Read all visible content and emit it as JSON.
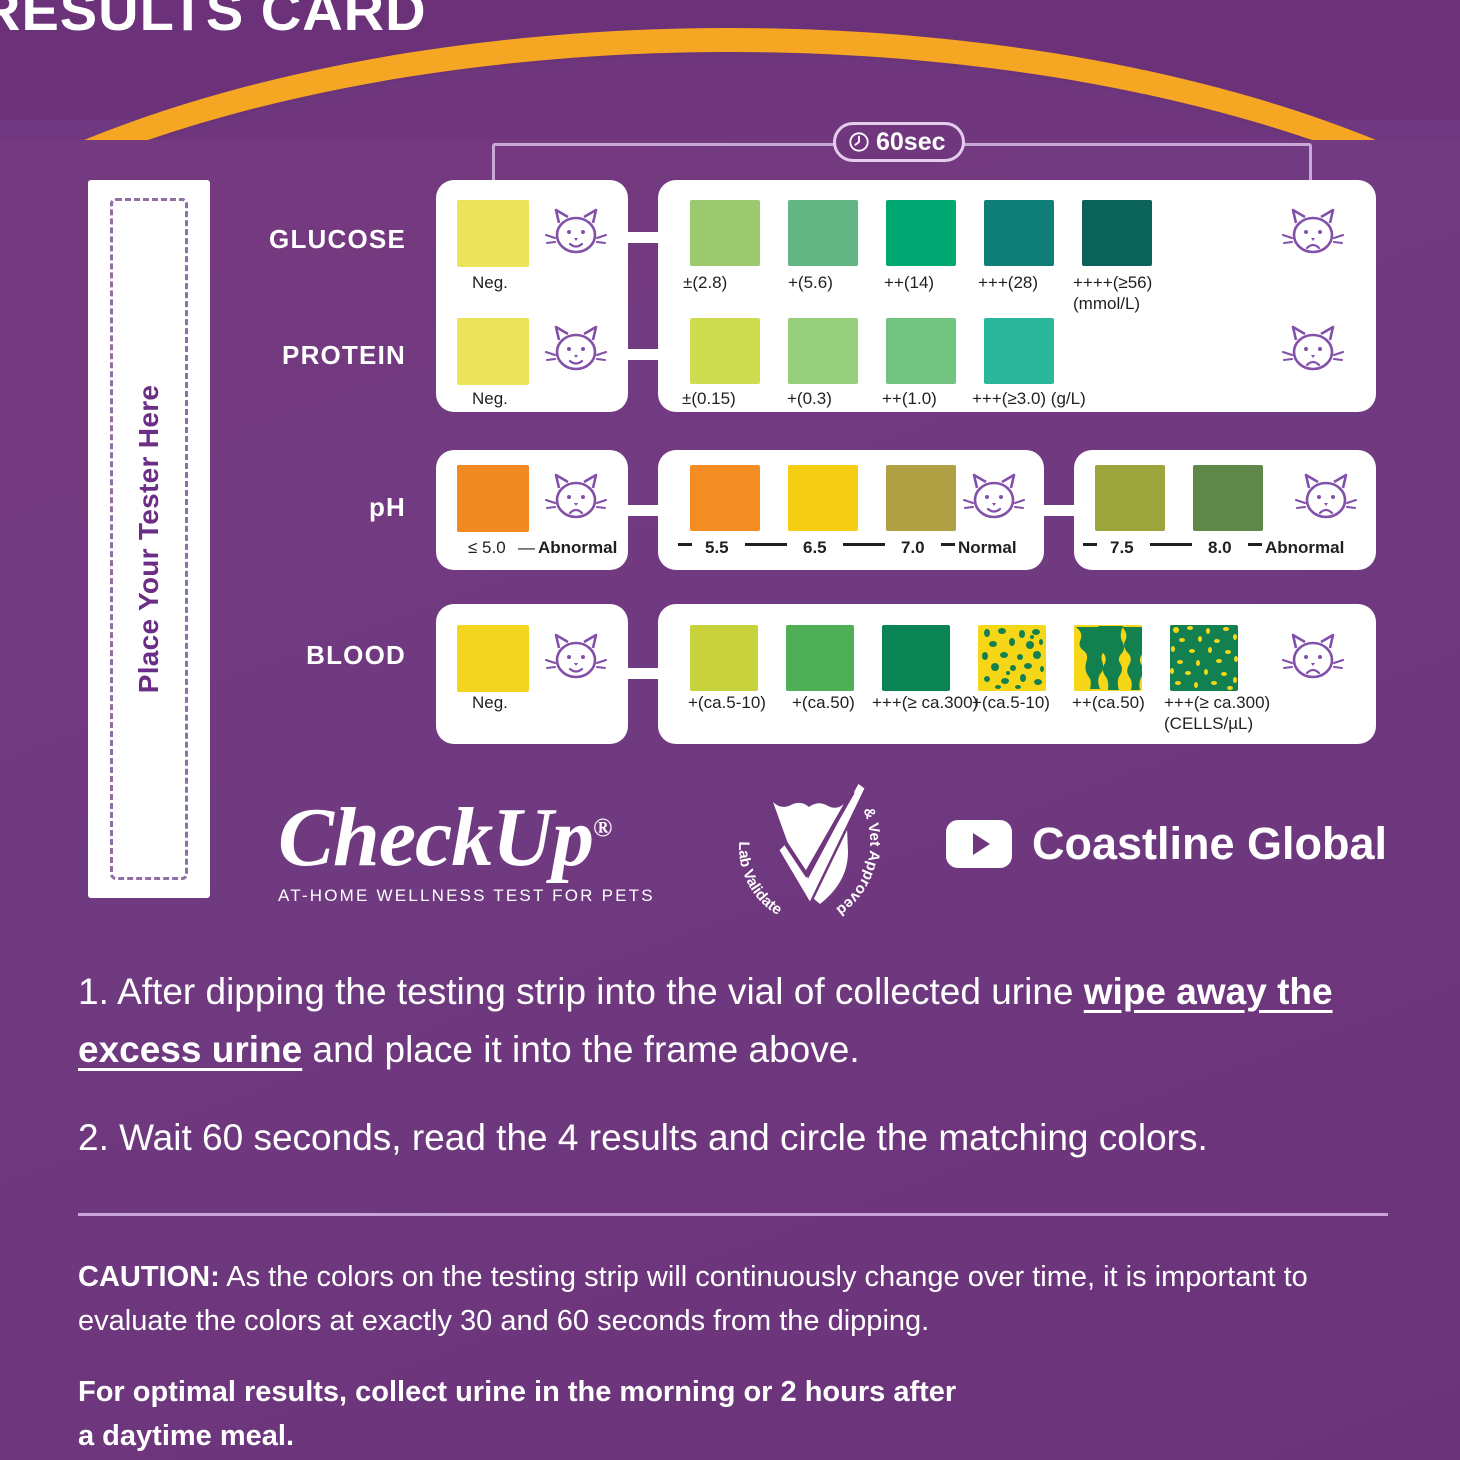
{
  "header": {
    "title": "RESULTS CARD",
    "accent_orange": "#f5a623",
    "background_purple": "#70377f"
  },
  "tester_slot": {
    "label": "Place Your Tester Here"
  },
  "timing": {
    "badge_label": "60sec",
    "icon": "stopwatch-icon"
  },
  "rows": [
    {
      "name": "GLUCOSE",
      "negative": {
        "label": "Neg.",
        "color": "#ece35a",
        "face": "happy-cat-icon"
      },
      "positive_face": "sad-cat-icon",
      "swatches": [
        {
          "label": "±(2.8)",
          "color": "#9bc96e"
        },
        {
          "label": "+(5.6)",
          "color": "#63b583"
        },
        {
          "label": "++(14)",
          "color": "#00a771"
        },
        {
          "label": "+++(28)",
          "color": "#0f7d78"
        },
        {
          "label": "++++(≥56)",
          "label2": "(mmol/L)",
          "color": "#0a6259"
        }
      ]
    },
    {
      "name": "PROTEIN",
      "negative": {
        "label": "Neg.",
        "color": "#ece35a",
        "face": "happy-cat-icon"
      },
      "positive_face": "sad-cat-icon",
      "swatches": [
        {
          "label": "±(0.15)",
          "color": "#cedd50"
        },
        {
          "label": "+(0.3)",
          "color": "#97ce7c"
        },
        {
          "label": "++(1.0)",
          "color": "#71c47f"
        },
        {
          "label": "+++(≥3.0) (g/L)",
          "color": "#2bb79c"
        }
      ]
    },
    {
      "name": "pH",
      "left_group": {
        "swatch_color": "#f08a22",
        "label": "≤ 5.0",
        "dash": "—",
        "status": "Abnormal",
        "face": "sad-cat-icon"
      },
      "mid_group": {
        "swatches": [
          {
            "label": "5.5",
            "color": "#f38c22"
          },
          {
            "label": "6.5",
            "color": "#f5ce14"
          },
          {
            "label": "7.0",
            "color": "#aea043"
          }
        ],
        "status": "Normal",
        "face": "happy-cat-icon"
      },
      "right_group": {
        "swatches": [
          {
            "label": "7.5",
            "color": "#9ba53c"
          },
          {
            "label": "8.0",
            "color": "#5e8749"
          }
        ],
        "status": "Abnormal",
        "face": "sad-cat-icon"
      }
    },
    {
      "name": "BLOOD",
      "negative": {
        "label": "Neg.",
        "color": "#f3d421",
        "face": "happy-cat-icon"
      },
      "positive_face": "sad-cat-icon",
      "swatches": [
        {
          "label": "+(ca.5-10)",
          "color": "#c8d23c",
          "pattern": "solid"
        },
        {
          "label": "+(ca.50)",
          "color": "#4faf56",
          "pattern": "solid"
        },
        {
          "label": "+++(≥ ca.300)",
          "color": "#0b8455",
          "pattern": "solid"
        },
        {
          "label": "+(ca.5-10)",
          "color": "#f5d718",
          "pattern": "speckle-light",
          "speck_color": "#12814f"
        },
        {
          "label": "++(ca.50)",
          "color": "#f5d718",
          "pattern": "speckle-medium",
          "speck_color": "#12814f"
        },
        {
          "label": "+++(≥ ca.300)",
          "label2": "(CELLS/µL)",
          "color": "#f5d718",
          "pattern": "speckle-heavy",
          "speck_color": "#12814f"
        }
      ]
    }
  ],
  "brand": {
    "checkup_name": "CheckUp",
    "registered_mark": "®",
    "tagline": "AT-HOME WELLNESS TEST FOR PETS",
    "badge_text_left": "Lab Validated",
    "badge_text_right": "& Vet Approved",
    "badge_icon": "checkmark-shield-icon",
    "youtube_icon": "youtube-icon",
    "youtube_label": "Coastline Global"
  },
  "instructions": {
    "step1_part1": "1. After dipping the testing strip into the vial of collected urine ",
    "step1_highlight": "wipe away the excess urine",
    "step1_part2": " and place it into the frame above.",
    "step2": "2. Wait 60 seconds, read the 4 results and circle the matching colors."
  },
  "caution": {
    "word": "CAUTION:",
    "text": " As the colors on the testing strip will continuously change over time, it is important to evaluate the colors at exactly 30 and 60 seconds from the dipping.",
    "optimal": "For optimal results, collect urine in the morning or 2 hours after a daytime meal."
  }
}
